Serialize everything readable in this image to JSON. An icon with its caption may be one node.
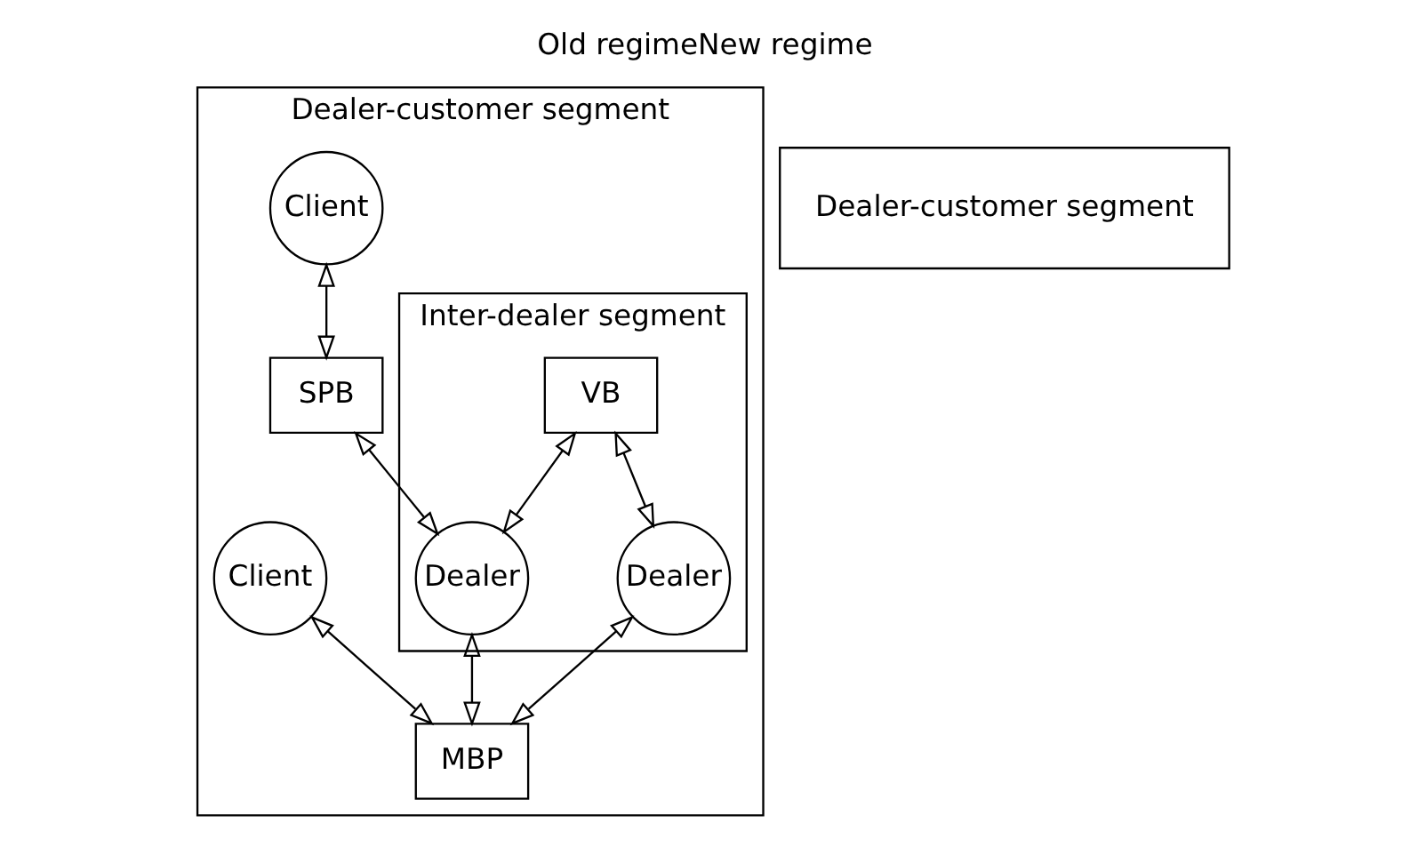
{
  "diagram": {
    "title": "Old regimeNew regime",
    "nodes": [
      {
        "text": [
          "Dealer-customer segment"
        ]
      },
      {
        "text": [
          "Inter-dealer segment"
        ],
        "in": 0
      },
      {
        "text": [
          "VB"
        ],
        "in": 1
      },
      {
        "text": [
          "Client"
        ],
        "in": 0
      },
      {
        "text": [
          "SPB"
        ],
        "in": 0
      },
      {
        "text": [
          "Dealer"
        ],
        "in": 1
      },
      {
        "text": [
          "Dealer"
        ],
        "in": 1
      },
      {
        "text": [
          "Client"
        ],
        "in": 0
      },
      {
        "text": [
          "MBP"
        ],
        "in": 0
      },
      {
        "text": [
          "Dealer-customer segment"
        ]
      }
    ],
    "edges": [
      {
        "from": 3,
        "to": 4,
        "arrow": "both"
      },
      {
        "from": 4,
        "to": 5,
        "arrow": "both"
      },
      {
        "from": 2,
        "to": 5,
        "arrow": "both"
      },
      {
        "from": 2,
        "to": 6,
        "arrow": "both"
      },
      {
        "from": 5,
        "to": 8,
        "arrow": "both"
      },
      {
        "from": 6,
        "to": 8,
        "arrow": "both"
      },
      {
        "from": 7,
        "to": 8,
        "arrow": "both"
      }
    ]
  }
}
